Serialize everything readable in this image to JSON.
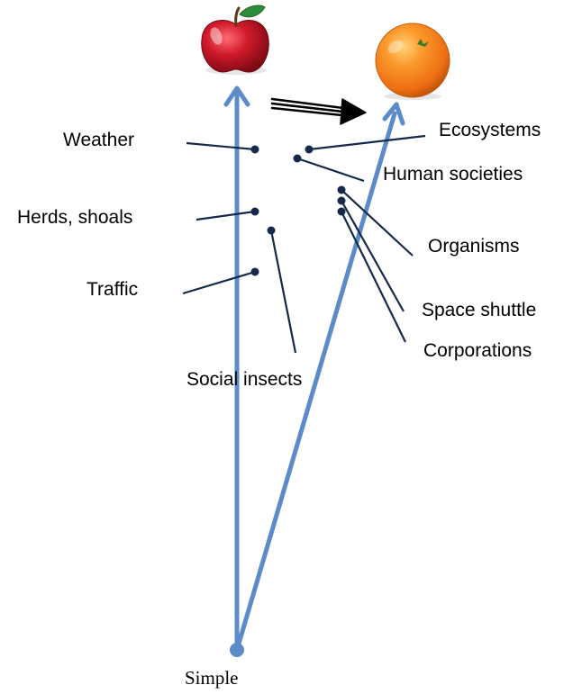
{
  "colors": {
    "axis": "#5b8cc9",
    "dot": "#17294a",
    "leader": "#17294a",
    "apple": "#c8102e",
    "orange": "#f47b1f"
  },
  "icons": {
    "apple": "apple-icon",
    "orange": "orange-icon"
  },
  "labels": {
    "weather": "Weather",
    "herds": "Herds, shoals",
    "traffic": "Traffic",
    "social_insects": "Social insects",
    "ecosystems": "Ecosystems",
    "human_societies": "Human societies",
    "organisms": "Organisms",
    "space_shuttle": "Space shuttle",
    "corporations": "Corporations",
    "origin": "Simple"
  }
}
